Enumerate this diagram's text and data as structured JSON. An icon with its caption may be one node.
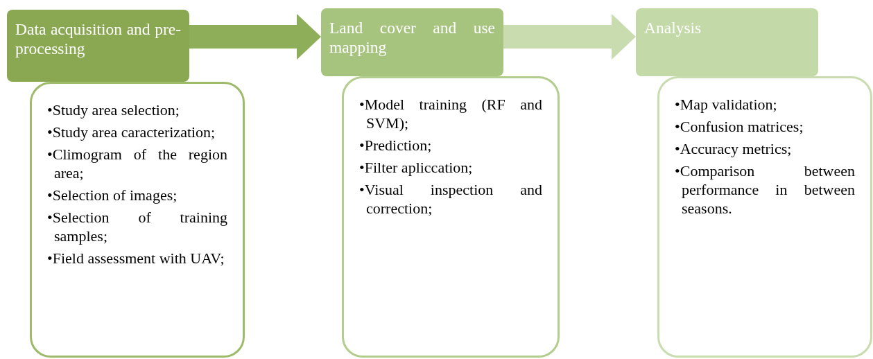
{
  "diagram": {
    "nodes": [
      {
        "text": [
          "Data acquisition and pre-processing"
        ]
      },
      {
        "text": [
          "•Study area selection;",
          "•Study area caracterization;",
          "•Climogram of the region area;",
          "•Selection of images;",
          "•Selection of training samples;",
          "•Field assessment with UAV;"
        ]
      },
      {
        "text": [
          "Land cover and use mapping"
        ]
      },
      {
        "text": [
          "•Model training (RF and SVM);",
          "•Prediction;",
          "•Filter apliccation;",
          "•Visual inspection and correction;"
        ]
      },
      {
        "text": [
          "Analysis"
        ]
      },
      {
        "text": [
          "•Map validation;",
          "•Confusion matrices;",
          "•Accuracy metrics;",
          "•Comparison between performance in between seasons."
        ]
      }
    ],
    "edges": [
      {
        "from": 0,
        "to": 2,
        "arrow": "to",
        "color": "#8fae5a"
      },
      {
        "from": 2,
        "to": 4,
        "arrow": "to",
        "color": "#c8dcb0"
      }
    ]
  }
}
